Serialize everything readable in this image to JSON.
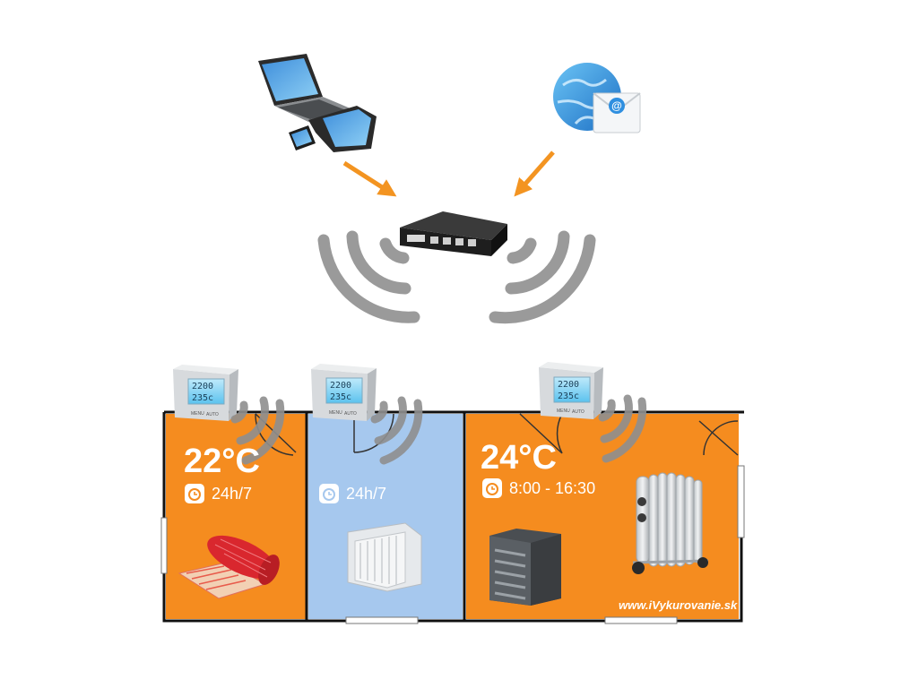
{
  "colors": {
    "room_orange": "#F58C1F",
    "room_blue": "#A6C8EE",
    "arrow_orange": "#F39421",
    "wave_gray": "#9A9A9A",
    "wall": "#111111"
  },
  "icons": {
    "devices": "laptop-tablet-phone-icon",
    "internet": "globe-email-icon",
    "hub": "control-unit-icon",
    "thermostat": "thermostat-icon",
    "clock": "clock-icon"
  },
  "thermostat_display": {
    "line1": "2200",
    "line2": "235c",
    "btn_menu": "MENU",
    "btn_auto": "AUTO"
  },
  "rooms": [
    {
      "temperature": "22°C",
      "schedule": "24h/7",
      "heater": "heating-mat"
    },
    {
      "temperature": "",
      "schedule": "24h/7",
      "heater": "panel-radiator"
    },
    {
      "temperature": "24°C",
      "schedule": "8:00 - 16:30",
      "heater": "fan-heater-and-oil-radiator"
    }
  ],
  "website": "www.iVykurovanie.sk"
}
